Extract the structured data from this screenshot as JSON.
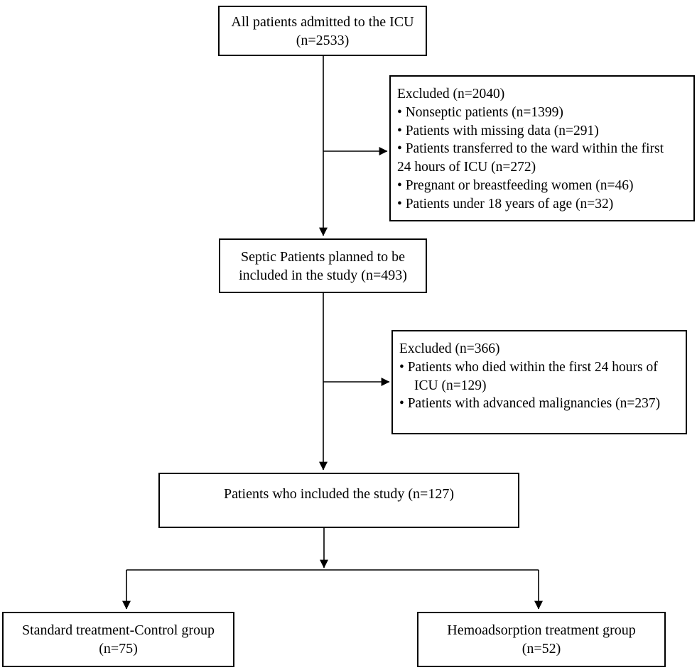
{
  "boxes": {
    "all_patients": {
      "lines": [
        "All patients admitted to the ICU",
        "(n=2533)"
      ]
    },
    "excluded_first": {
      "lines": [
        "Excluded (n=2040)",
        "• Nonseptic patients (n=1399)",
        "• Patients with missing data (n=291)",
        "• Patients transferred to the ward within the first",
        "24 hours of ICU (n=272)",
        "• Pregnant or breastfeeding women (n=46)",
        "• Patients under 18 years of age (n=32)"
      ]
    },
    "septic_planned": {
      "lines": [
        "Septic Patients planned to be",
        "included in the study (n=493)"
      ]
    },
    "excluded_second": {
      "lines": [
        "Excluded (n=366)",
        "• Patients who died within the first 24 hours of",
        "ICU (n=129)",
        "• Patients with advanced malignancies (n=237)"
      ]
    },
    "included": {
      "lines": [
        "Patients who included the study (n=127)"
      ]
    },
    "control_group": {
      "lines": [
        "Standard treatment-Control group",
        "(n=75)"
      ]
    },
    "hemoadsorption_group": {
      "lines": [
        "Hemoadsorption treatment group",
        "(n=52)"
      ]
    }
  },
  "colors": {
    "background": "#ffffff",
    "box_border": "#000000",
    "text": "#000000",
    "arrow": "#000000"
  }
}
